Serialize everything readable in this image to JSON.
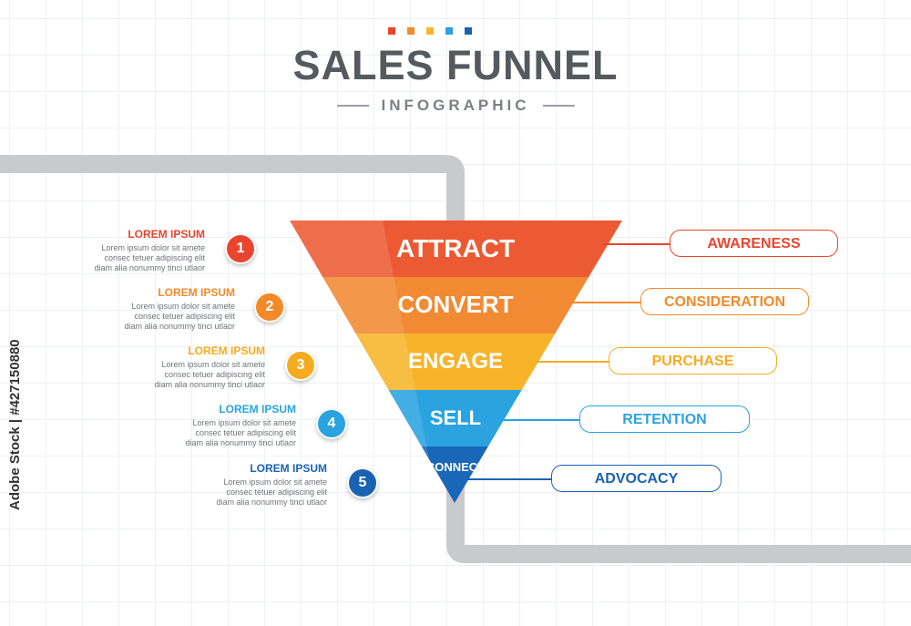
{
  "header": {
    "title": "SALES FUNNEL",
    "subtitle": "INFOGRAPHIC",
    "dot_colors": [
      "#e9452e",
      "#f28a2a",
      "#f7b52a",
      "#2aa3e0",
      "#1a63b3"
    ]
  },
  "funnel": {
    "stages": [
      {
        "label": "ATTRACT",
        "color": "#ec5a33"
      },
      {
        "label": "CONVERT",
        "color": "#f28a33"
      },
      {
        "label": "ENGAGE",
        "color": "#f7b42a"
      },
      {
        "label": "SELL",
        "color": "#2aa3e0"
      },
      {
        "label": "CONNECT",
        "color": "#1a66b8"
      }
    ]
  },
  "steps": [
    {
      "number": "1",
      "heading": "LOREM IPSUM",
      "color": "#e9452e",
      "lines": [
        "Lorem ipsum dolor sit amete",
        "consec tetuer adipiscing elit",
        "diam alia nonummy tinci utlaor"
      ]
    },
    {
      "number": "2",
      "heading": "LOREM IPSUM",
      "color": "#f28a2a",
      "lines": [
        "Lorem ipsum dolor sit amete",
        "consec tetuer adipiscing elit",
        "diam alia nonummy tinci utlaor"
      ]
    },
    {
      "number": "3",
      "heading": "LOREM IPSUM",
      "color": "#f5ab1f",
      "lines": [
        "Lorem ipsum dolor sit amete",
        "consec tetuer adipiscing elit",
        "diam alia nonummy tinci utlaor"
      ]
    },
    {
      "number": "4",
      "heading": "LOREM IPSUM",
      "color": "#2aa3e0",
      "lines": [
        "Lorem ipsum dolor sit amete",
        "consec tetuer adipiscing elit",
        "diam alia nonummy tinci utlaor"
      ]
    },
    {
      "number": "5",
      "heading": "LOREM IPSUM",
      "color": "#1a63b3",
      "lines": [
        "Lorem ipsum dolor sit amete",
        "consec tetuer adipiscing elit",
        "diam alia nonummy tinci utlaor"
      ]
    }
  ],
  "outcomes": [
    {
      "label": "AWARENESS",
      "color": "#e9452e"
    },
    {
      "label": "CONSIDERATION",
      "color": "#f28a2a"
    },
    {
      "label": "PURCHASE",
      "color": "#f5ab1f"
    },
    {
      "label": "RETENTION",
      "color": "#2aa3e0"
    },
    {
      "label": "ADVOCACY",
      "color": "#1a63b3"
    }
  ],
  "watermark": "Adobe Stock | #427150880"
}
